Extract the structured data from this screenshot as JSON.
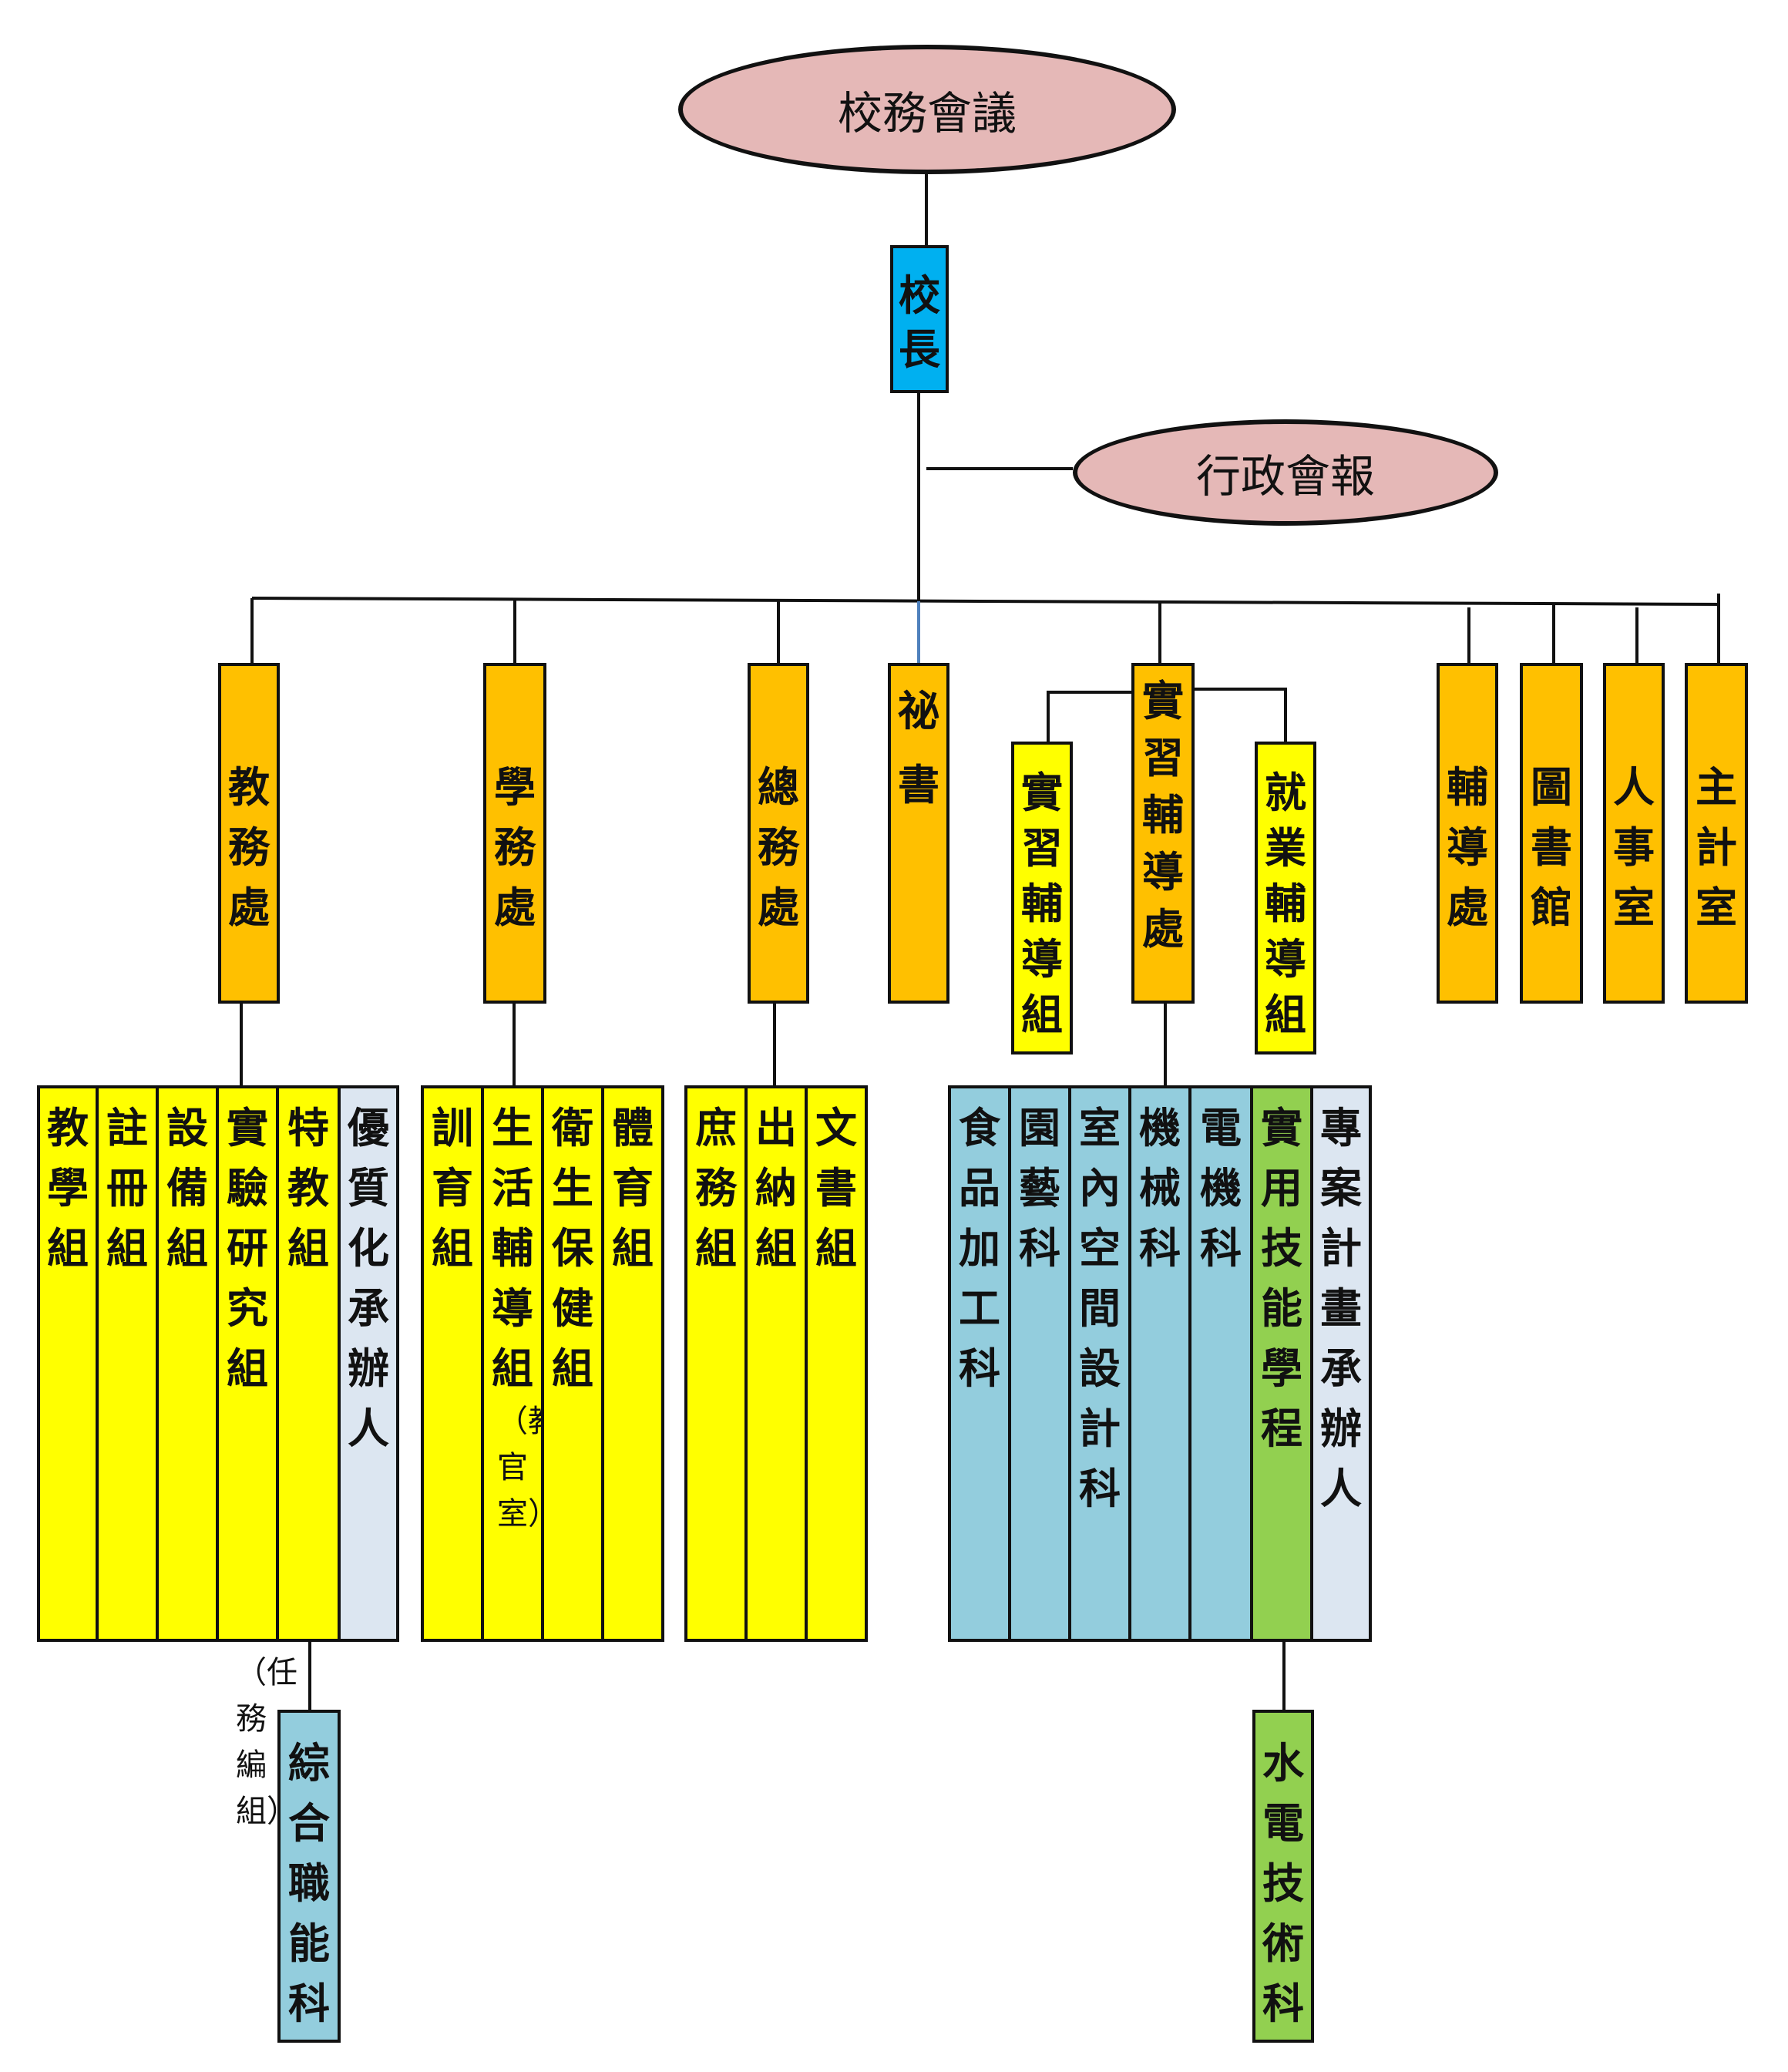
{
  "council": "校務會議",
  "principal": "校長",
  "admin_meeting": "行政會報",
  "offices": {
    "academic": "教務處",
    "student": "學務處",
    "general": "總務處",
    "secretary": "祕書",
    "practice": "實習輔導處",
    "counseling": "輔導處",
    "library": "圖書館",
    "personnel": "人事室",
    "accounting": "主計室"
  },
  "practice_groups": [
    "實習輔導組",
    "就業輔導組"
  ],
  "academic_units": [
    "教學組",
    "註冊組",
    "設備組",
    "實驗研究組",
    "特教組",
    "優質化承辦人"
  ],
  "student_units": [
    "訓育組",
    "生活輔導組",
    "衛生保健組",
    "體育組"
  ],
  "student_note": "（教官室）",
  "general_units": [
    "庶務組",
    "出納組",
    "文書組"
  ],
  "departments": [
    "食品加工科",
    "園藝科",
    "室內空間設計科",
    "機械科",
    "電機科",
    "實用技能學程",
    "專案計畫承辦人"
  ],
  "sub_units": {
    "comprehensive": "綜合職能科",
    "plumbing": "水電技術科",
    "task_note": "（任務編組）"
  }
}
